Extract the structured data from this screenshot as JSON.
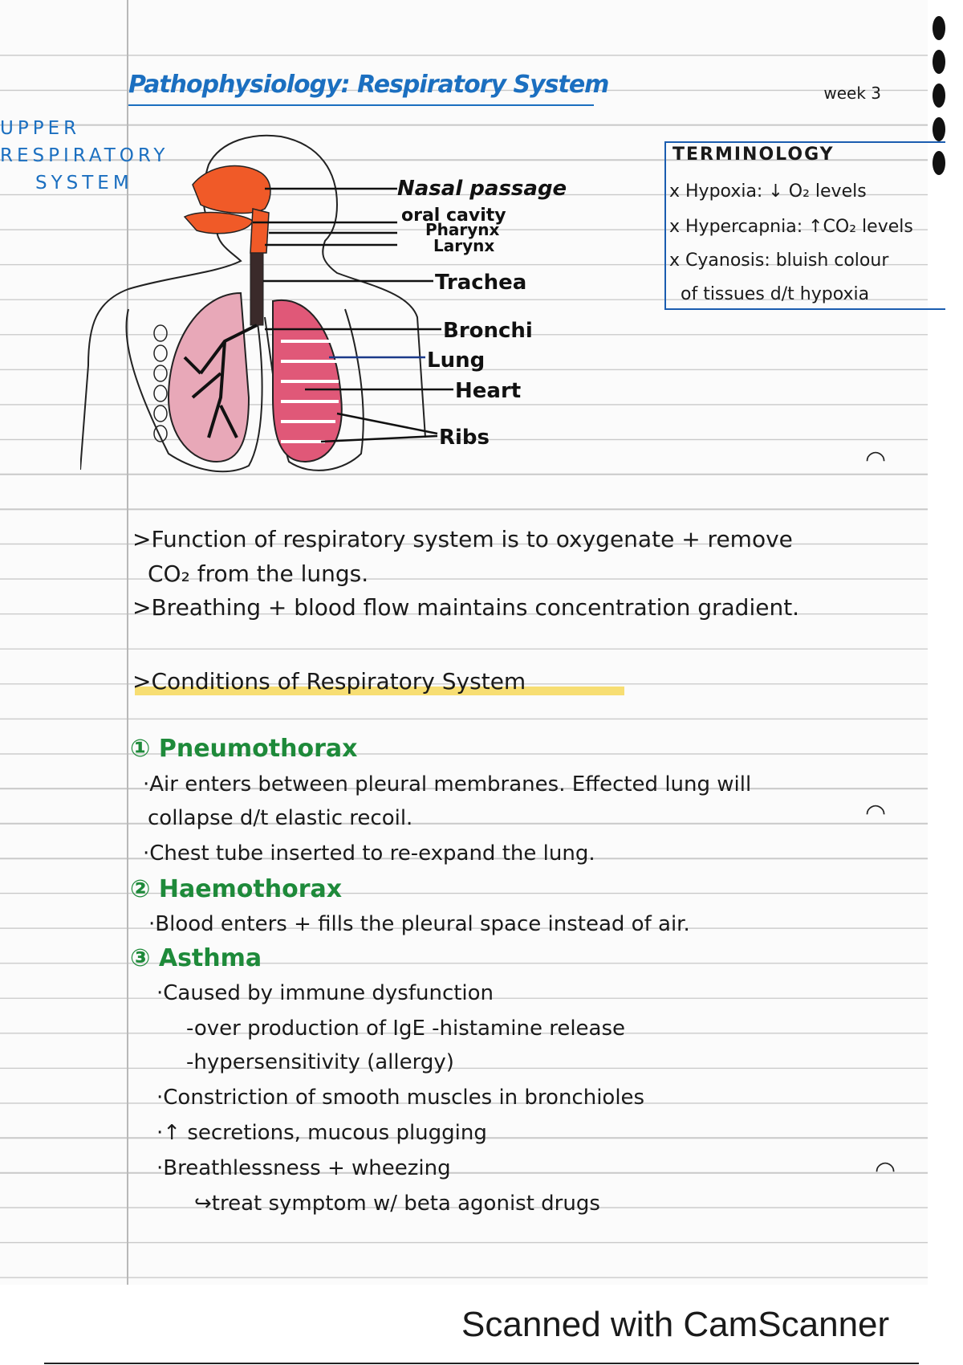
{
  "title": "Pathophysiology: Respiratory System",
  "week": "week 3",
  "side_label": [
    "UPPER",
    "RESPIRATORY",
    "SYSTEM"
  ],
  "diagram_labels": [
    "Nasal passage",
    "oral cavity",
    "Pharynx",
    "Larynx",
    "Trachea",
    "Bronchi",
    "Lung",
    "Heart",
    "Ribs"
  ],
  "terminology": {
    "heading": "TERMINOLOGY",
    "items": [
      "x Hypoxia: ↓ O₂ levels",
      "x Hypercapnia: ↑CO₂ levels",
      "x Cyanosis: bluish colour",
      "of tissues d/t hypoxia"
    ]
  },
  "notes": [
    ">Function of respiratory system is to oxygenate + remove",
    "CO₂ from the lungs.",
    ">Breathing + blood flow maintains concentration gradient."
  ],
  "conditions_heading": ">Conditions of Respiratory System",
  "conditions": [
    {
      "title": "① Pneumothorax",
      "lines": [
        "·Air enters between pleural membranes. Effected lung will",
        "collapse d/t elastic recoil.",
        "·Chest tube inserted to re-expand the lung."
      ]
    },
    {
      "title": "② Haemothorax",
      "lines": [
        "·Blood enters + fills the pleural space instead of air."
      ]
    },
    {
      "title": "③ Asthma",
      "lines": [
        "·Caused by immune dysfunction",
        "-over production of IgE -histamine release",
        "-hypersensitivity (allergy)",
        "·Constriction of smooth muscles in bronchioles",
        "·↑ secretions, mucous plugging",
        "·Breathlessness + wheezing",
        "↪treat symptom w/ beta agonist drugs"
      ]
    }
  ],
  "footer": "Scanned with CamScanner",
  "colors": {
    "ink_blue": "#1b6fc0",
    "ink_green": "#1e8a3a",
    "highlight": "#f6d445",
    "organ_red": "#f05a28",
    "lung_pink": "#e05878"
  }
}
